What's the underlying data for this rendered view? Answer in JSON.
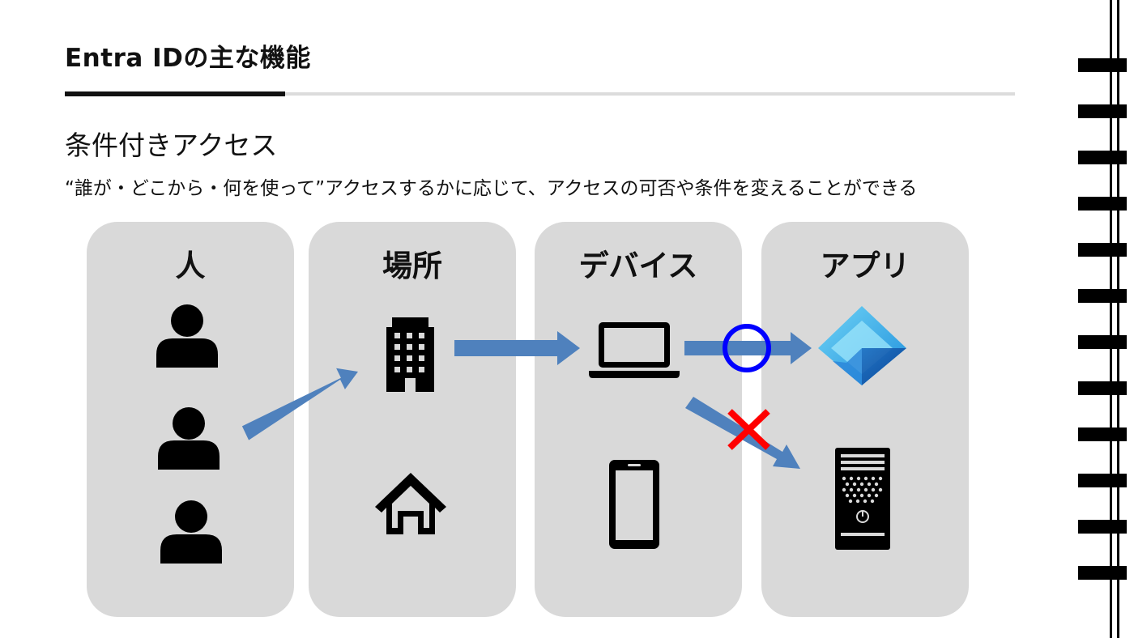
{
  "slide": {
    "title": "Entra IDの主な機能",
    "subtitle": "条件付きアクセス",
    "description": "“誰が・どこから・何を使って”アクセスするかに応じて、アクセスの可否や条件を変えることができる"
  },
  "panels": [
    {
      "label": "人"
    },
    {
      "label": "場所"
    },
    {
      "label": "デバイス"
    },
    {
      "label": "アプリ"
    }
  ],
  "colors": {
    "arrow": "#4f81bd",
    "allow_circle": "#0000ff",
    "deny_cross": "#ff0000",
    "panel": "#d9d9d9",
    "icon": "#000000"
  },
  "icons": [
    "person-icon",
    "building-icon",
    "house-icon",
    "laptop-icon",
    "smartphone-icon",
    "entra-id-logo-icon",
    "server-icon",
    "allow-circle-icon",
    "deny-cross-icon"
  ]
}
